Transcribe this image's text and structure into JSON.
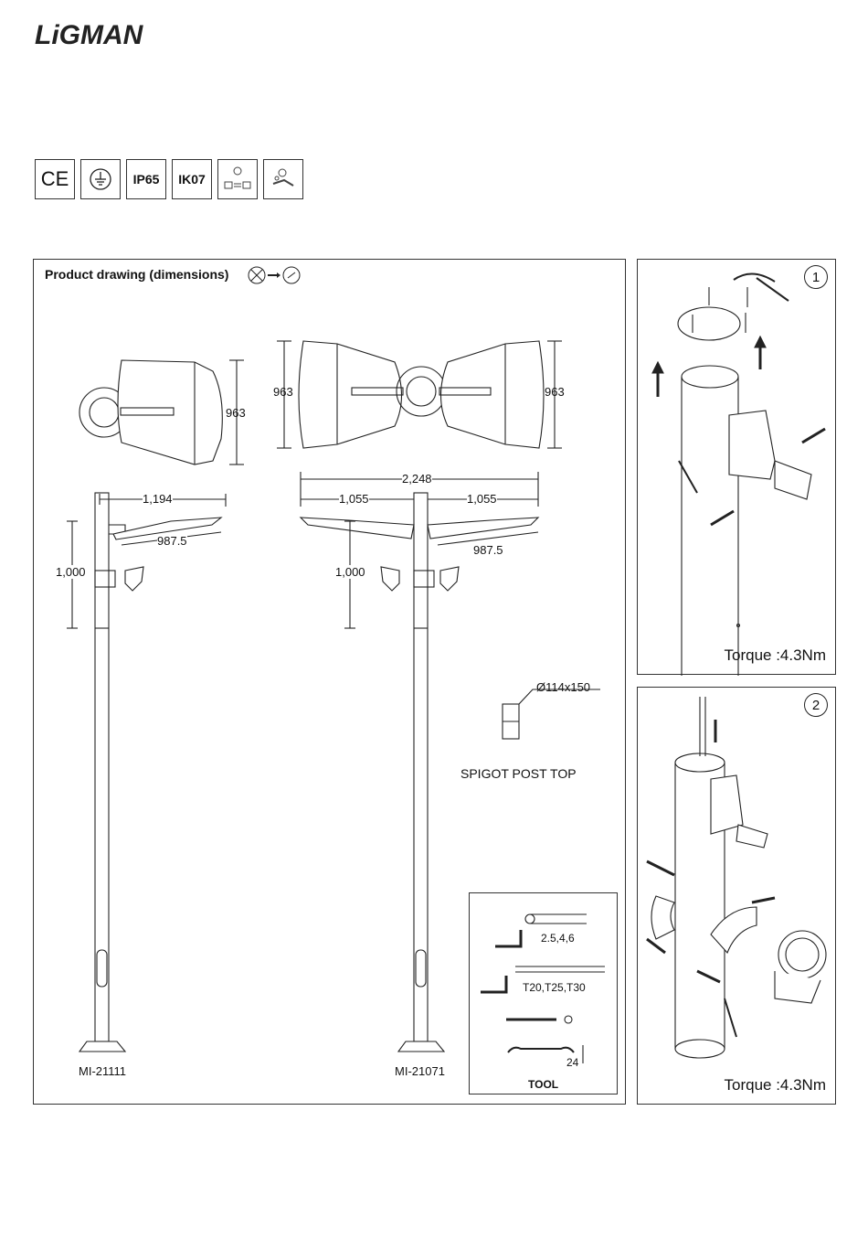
{
  "brand": "LiGMAN",
  "badges": [
    "CE",
    "earth-symbol",
    "IP65",
    "IK07",
    "tilt-icon",
    "rotate-icon"
  ],
  "badge_text": {
    "ip": "IP65",
    "ik": "IK07"
  },
  "drawing": {
    "title": "Product drawing (dimensions)",
    "dims": {
      "h963a": "963",
      "h963b": "963",
      "h963c": "963",
      "w1194": "1,194",
      "w2248": "2,248",
      "w1055a": "1,055",
      "w1055b": "1,055",
      "w987a": "987.5",
      "w987b": "987.5",
      "h1000a": "1,000",
      "h1000b": "1,000",
      "spigot_dim": "Ø114x150"
    },
    "spigot_label": "SPIGOT POST TOP",
    "model_a": "MI-21111",
    "model_b": "MI-21071"
  },
  "tools": {
    "hex": "2.5,4,6",
    "torx": "T20,T25,T30",
    "wrench": "24",
    "title": "TOOL"
  },
  "steps": [
    {
      "num": "1",
      "torque": "Torque :4.3Nm"
    },
    {
      "num": "2",
      "torque": "Torque :4.3Nm"
    }
  ]
}
